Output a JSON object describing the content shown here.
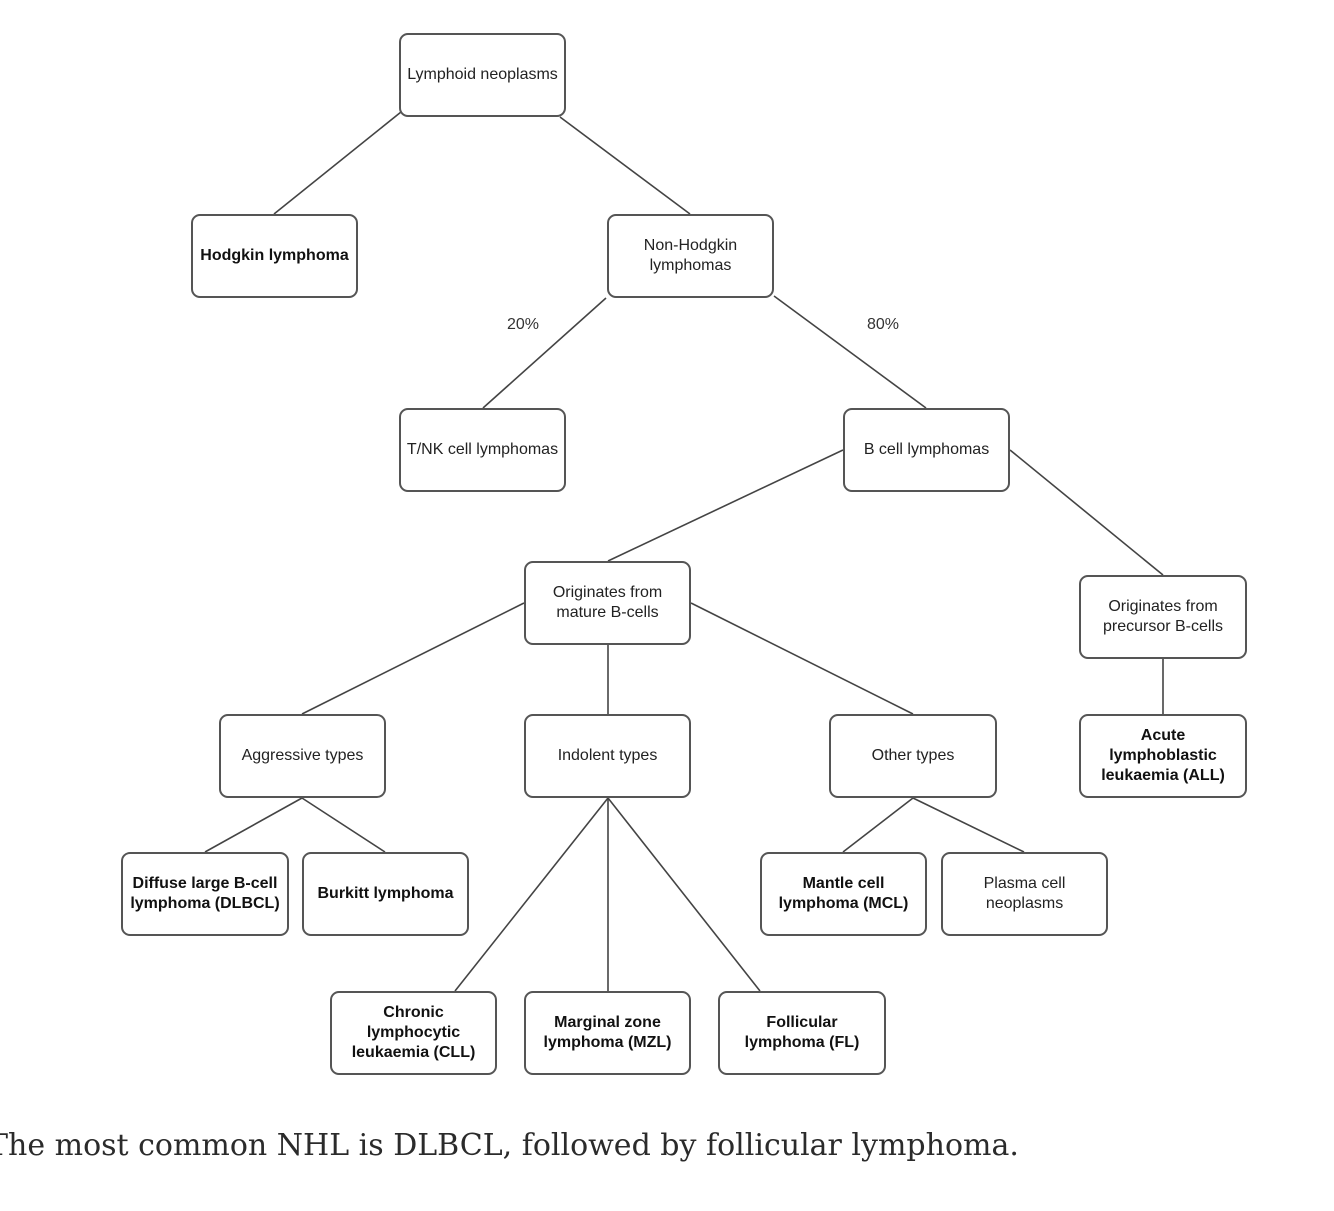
{
  "diagram": {
    "nodes": {
      "lymphoid": "Lymphoid neoplasms",
      "hodgkin": "Hodgkin lymphoma",
      "nonhodgkin": "Non-Hodgkin\nlymphomas",
      "tnk": "T/NK cell lymphomas",
      "bcell": "B cell lymphomas",
      "mature": "Originates from\nmature B-cells",
      "precursor": "Originates from\nprecursor B-cells",
      "aggressive": "Aggressive types",
      "indolent": "Indolent types",
      "other": "Other types",
      "all": "Acute\nlymphoblastic\nleukaemia (ALL)",
      "dlbcl": "Diffuse large B-cell\nlymphoma (DLBCL)",
      "burkitt": "Burkitt lymphoma",
      "mcl": "Mantle cell\nlymphoma (MCL)",
      "plasma": "Plasma cell\nneoplasms",
      "cll": "Chronic\nlymphocytic\nleukaemia (CLL)",
      "mzl": "Marginal zone\nlymphoma (MZL)",
      "fl": "Follicular\nlymphoma (FL)"
    },
    "edge_labels": {
      "tnk_share": "20%",
      "bcell_share": "80%"
    }
  },
  "caption": "The most common NHL is DLBCL, followed by follicular lymphoma.",
  "colors": {
    "box_border": "#555555",
    "connector": "#444444",
    "text": "#222222"
  }
}
